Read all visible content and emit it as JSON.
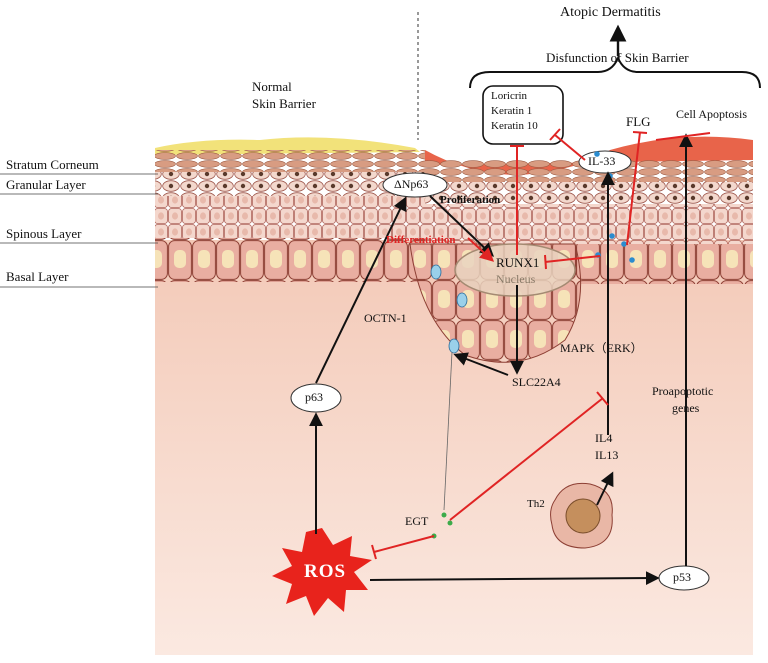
{
  "title": "Atopic Dermatitis",
  "subtitle": "Disfunction of Skin Barrier",
  "normal_barrier": {
    "line1": "Normal",
    "line2": "Skin Barrier"
  },
  "layers": {
    "stratum_corneum": "Stratum Corneum",
    "granular": "Granular Layer",
    "spinous": "Spinous Layer",
    "basal": "Basal Layer"
  },
  "proteins": [
    "Loricrin",
    "Keratin 1",
    "Keratin 10"
  ],
  "nodes": {
    "flg": "FLG",
    "il33": "IL-33",
    "cell_apoptosis": "Cell Apoptosis",
    "delta_np63": "ΔNp63",
    "proliferation": "Proliferation",
    "differentiation": "Differentiation",
    "runx1": "RUNX1",
    "nucleus": "Nucleus",
    "octn1": "OCTN-1",
    "mapk": "MAPK（ERK）",
    "slc22a4": "SLC22A4",
    "p63": "p63",
    "proapoptotic_line1": "Proapoptotic",
    "proapoptotic_line2": "genes",
    "il4": "IL4",
    "il13": "IL13",
    "th2": "Th2",
    "egt": "EGT",
    "ros": "ROS",
    "p53": "p53"
  },
  "colors": {
    "inhibition": "#e02424",
    "activation": "#111111",
    "dermis": "#f7d6c8",
    "ros": "#e8231c"
  }
}
